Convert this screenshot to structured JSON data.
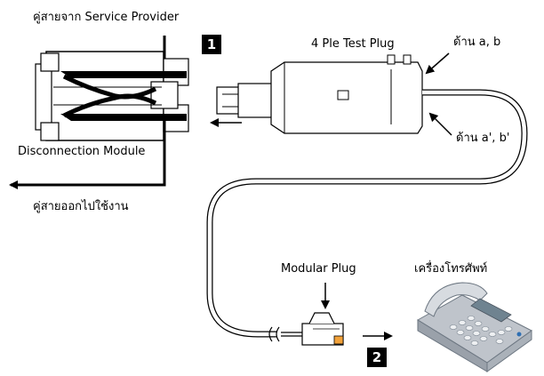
{
  "labels": {
    "incoming_pair": "คู่สายจาก Service Provider",
    "outgoing_pair": "คู่สายออกไปใช้งาน",
    "disconnection_module": "Disconnection Module",
    "test_plug": "4 Ple Test Plug",
    "side_ab": "ด้าน a, b",
    "side_ab_prime": "ด้าน a', b'",
    "modular_plug": "Modular Plug",
    "telephone": "เครื่องโทรศัพท์"
  },
  "steps": [
    "1",
    "2"
  ],
  "colors": {
    "line": "#000000",
    "cable_fill": "#ffffff",
    "plug_contact": "#f2a23a",
    "phone_body": "#c9cdd4",
    "phone_accent": "#7a8a9a",
    "badge_bg": "#000000",
    "badge_text": "#ffffff"
  },
  "icons": [
    "arrow-left-icon",
    "arrow-right-icon",
    "arrow-down-icon",
    "telephone-icon"
  ]
}
